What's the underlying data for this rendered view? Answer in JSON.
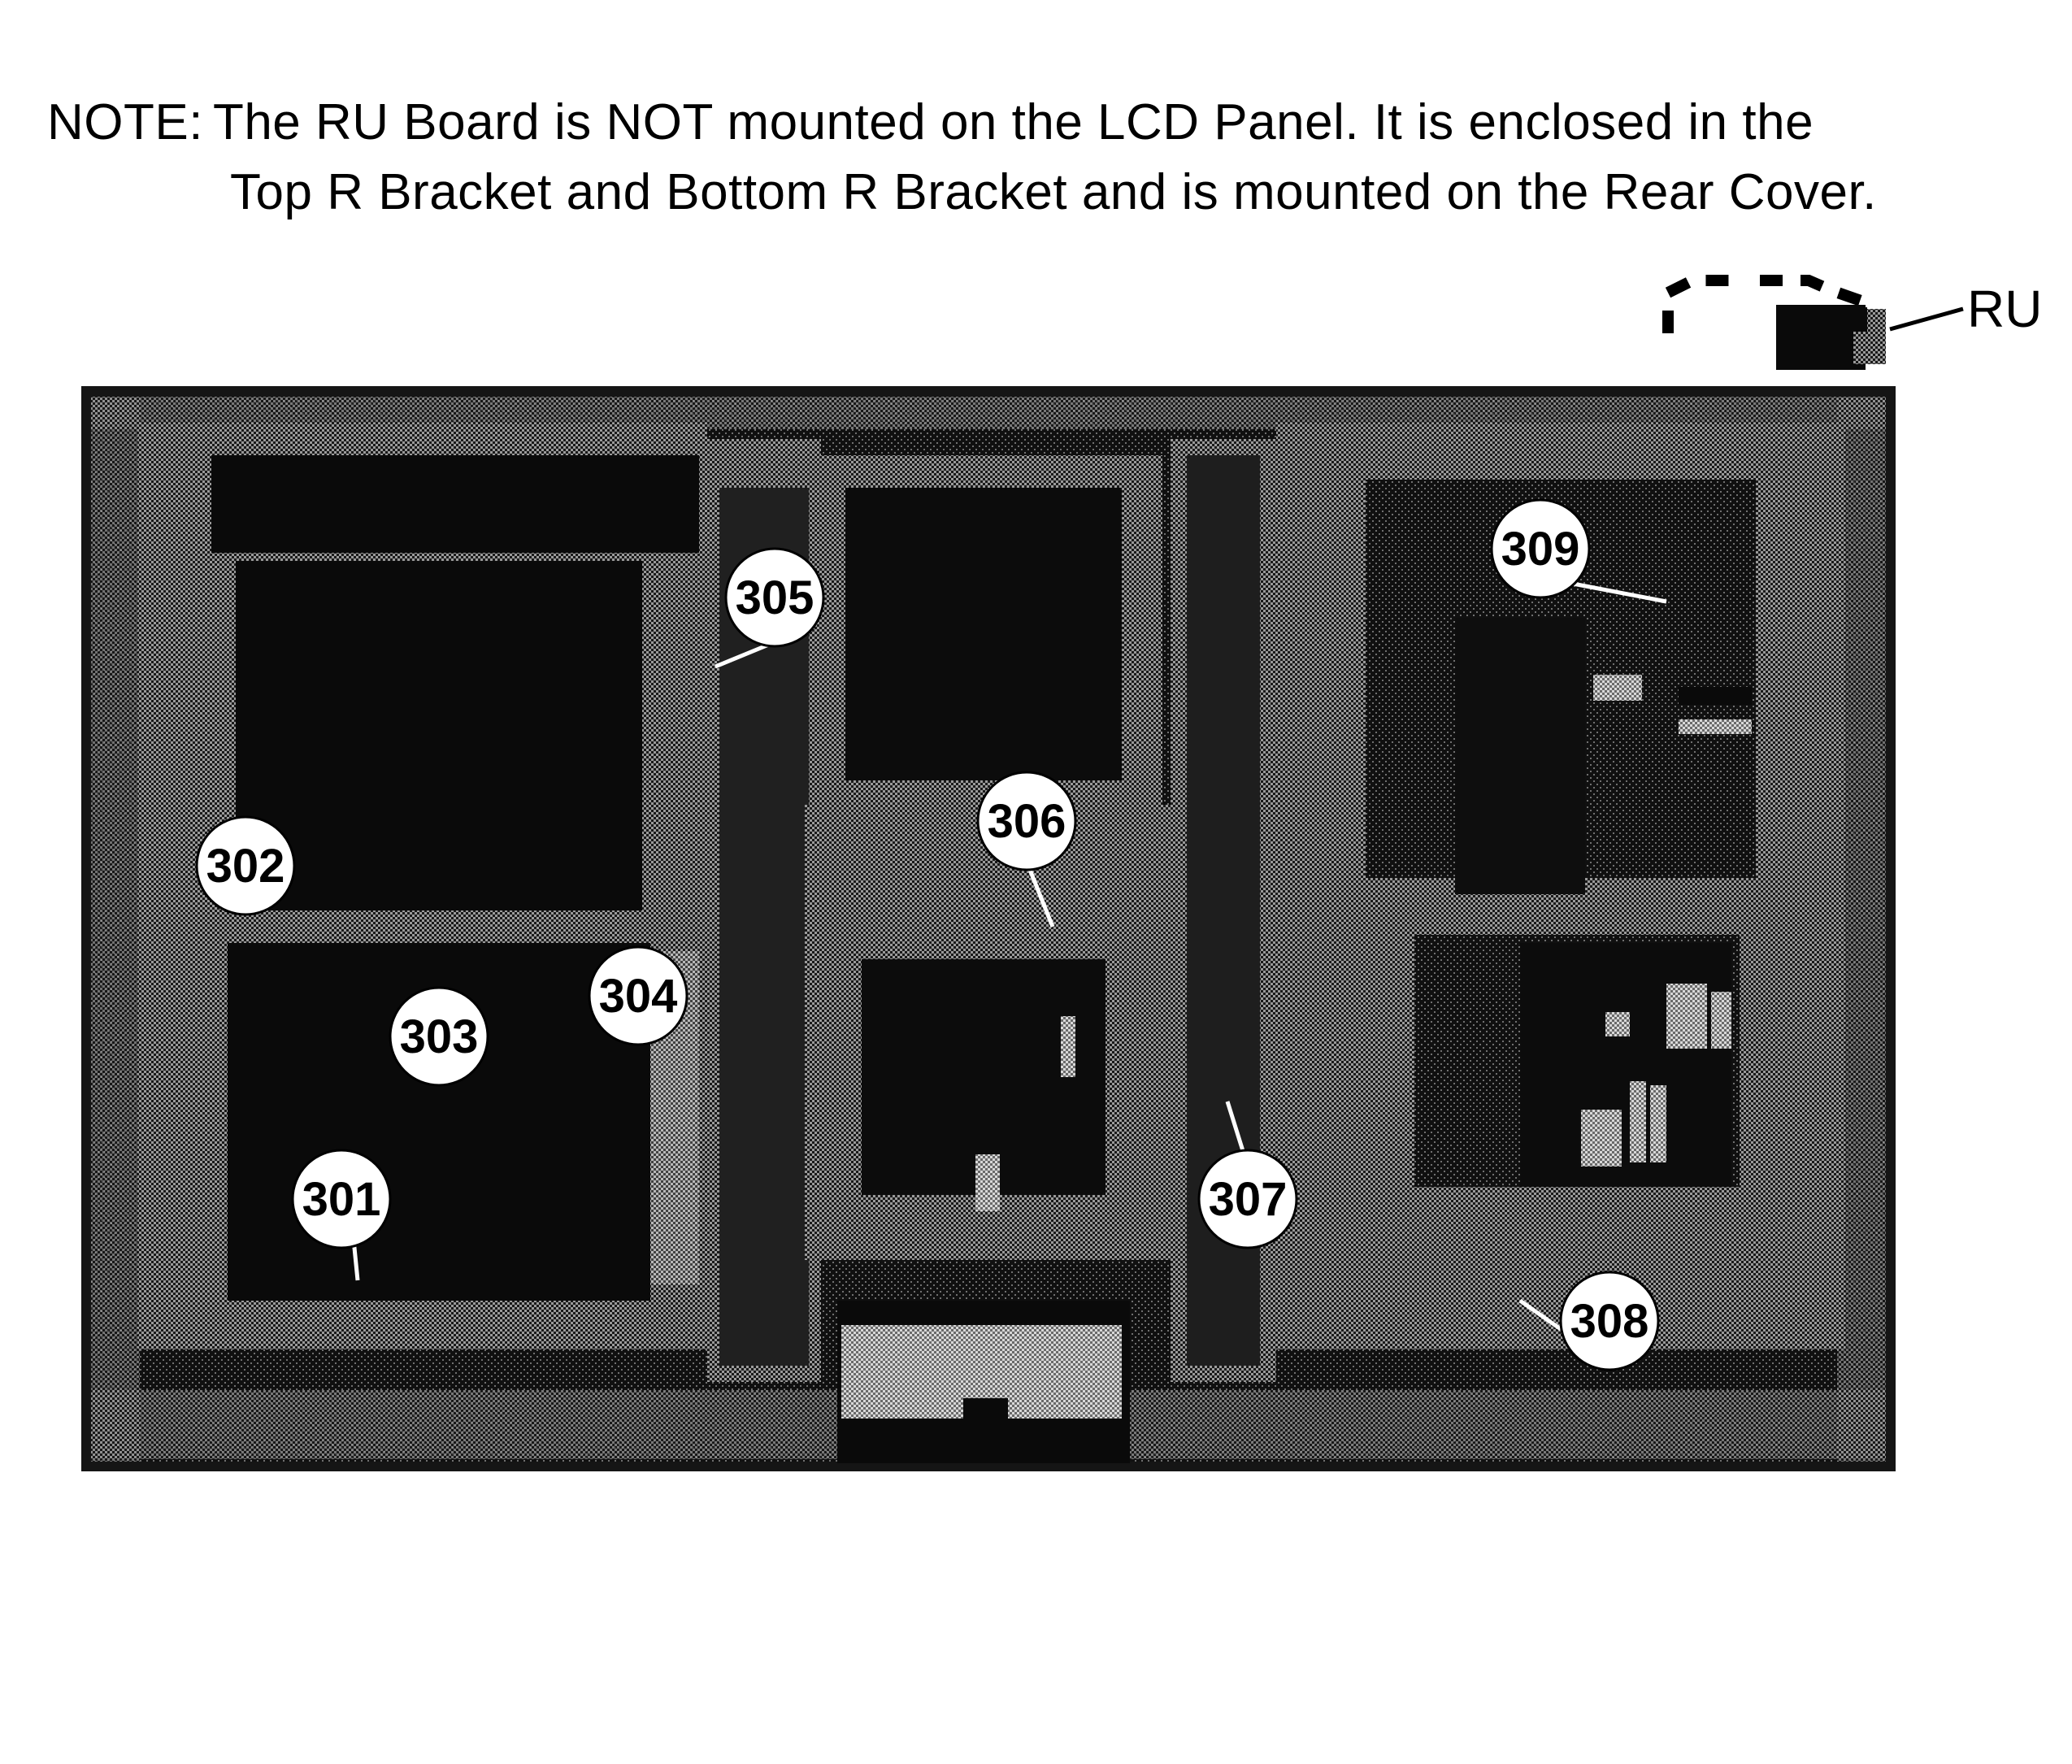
{
  "note": {
    "prefix": "NOTE:",
    "line1": "The RU Board is NOT mounted on the LCD Panel. It is enclosed in the",
    "line2": "Top R Bracket and Bottom R Bracket and is mounted on the Rear Cover."
  },
  "ru_label": "RU",
  "callouts": [
    {
      "id": "301",
      "label": "301"
    },
    {
      "id": "302",
      "label": "302"
    },
    {
      "id": "303",
      "label": "303"
    },
    {
      "id": "304",
      "label": "304"
    },
    {
      "id": "305",
      "label": "305"
    },
    {
      "id": "306",
      "label": "306"
    },
    {
      "id": "307",
      "label": "307"
    },
    {
      "id": "308",
      "label": "308"
    },
    {
      "id": "309",
      "label": "309"
    }
  ],
  "colors": {
    "panel": "#1c1c1c",
    "board_dark": "#0a0a0a",
    "halftone": "#8a8a8a",
    "callout_fill": "#ffffff",
    "ink": "#000000"
  }
}
